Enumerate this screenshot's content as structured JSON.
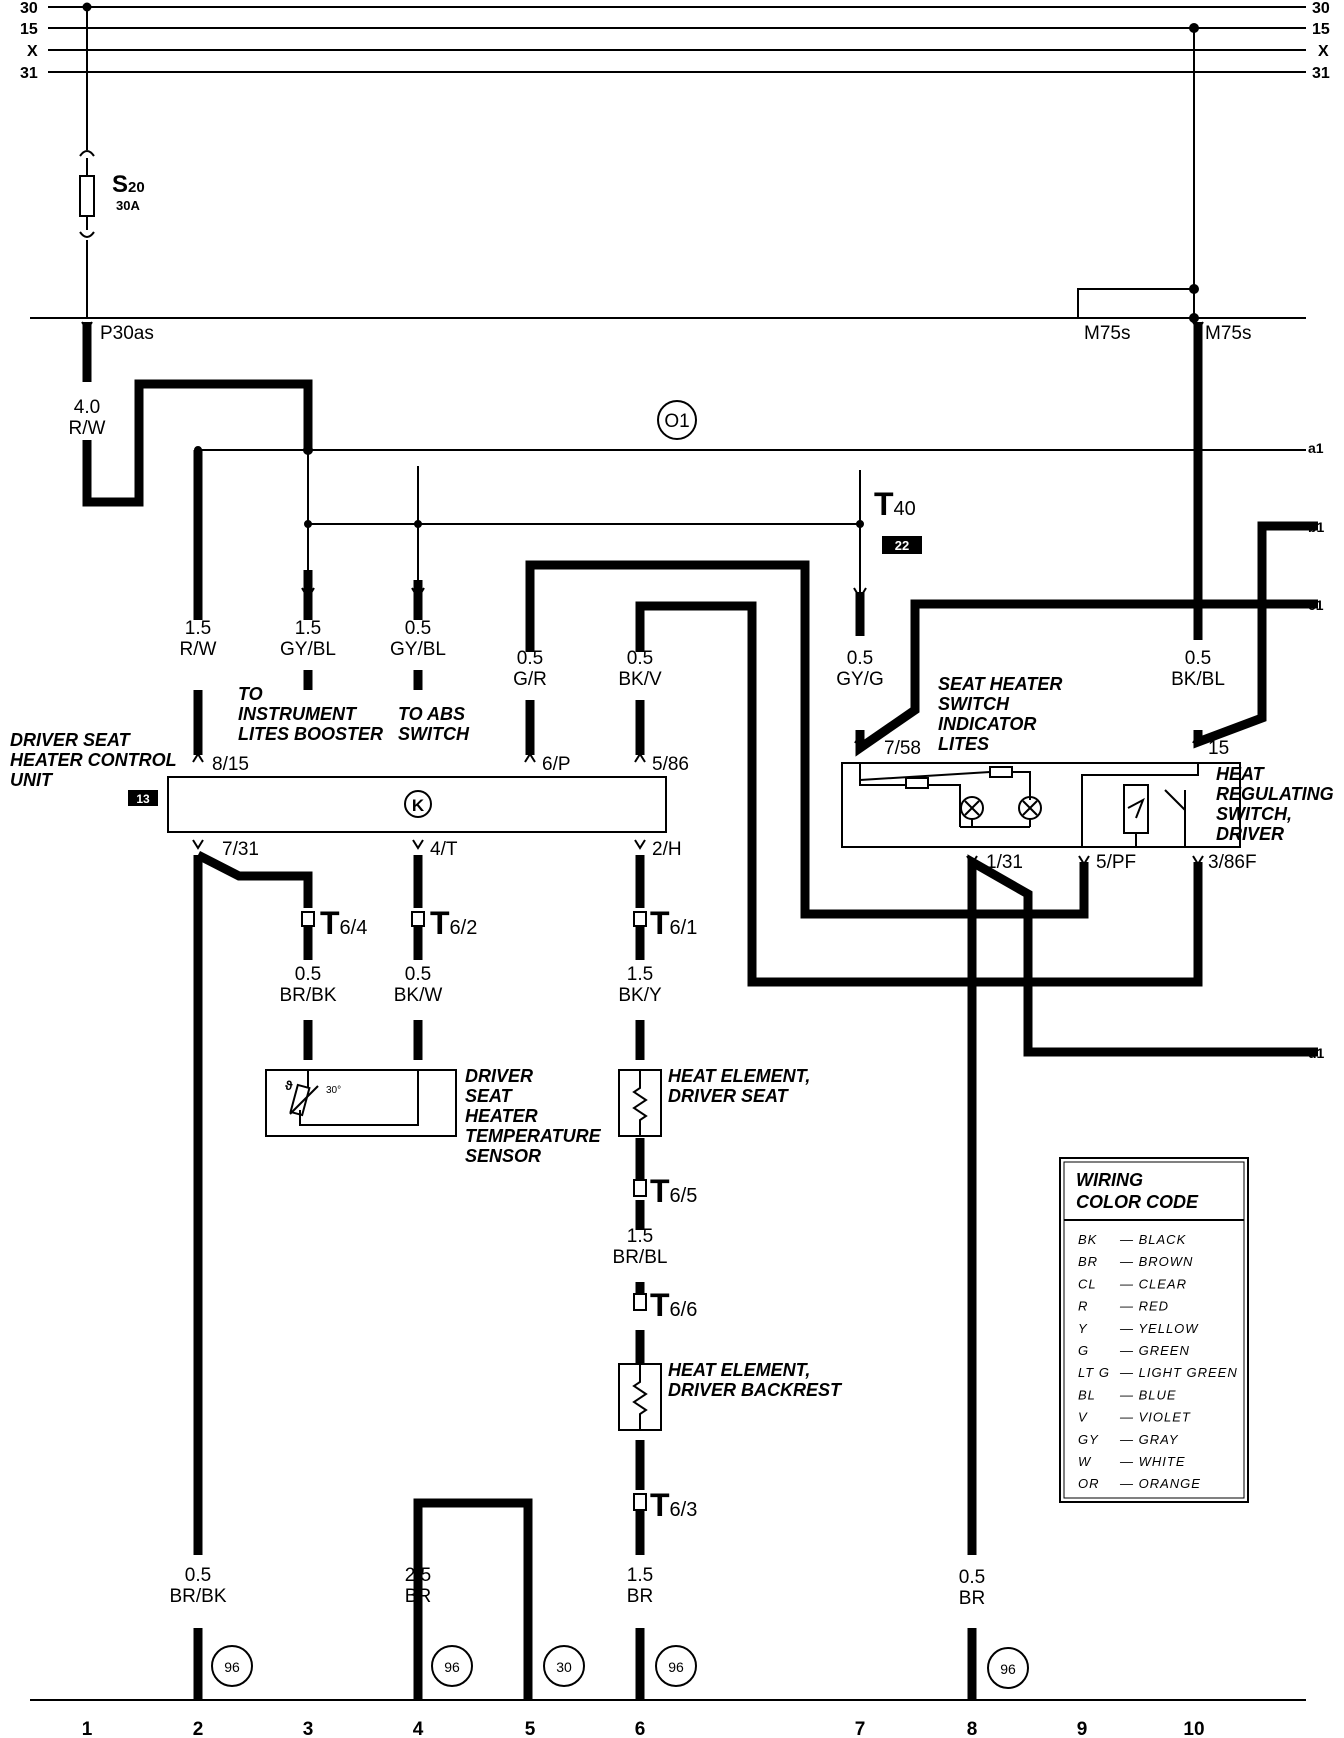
{
  "bus_lines": {
    "l30": "30",
    "l15": "15",
    "lX": "X",
    "l31": "31"
  },
  "fuse": {
    "name_main": "S",
    "name_sub": "20",
    "rating": "30A"
  },
  "terminals": {
    "p30as": "P30as",
    "m75s_left": "M75s",
    "m75s_right": "M75s"
  },
  "wires": {
    "w_4_0": {
      "gauge": "4.0",
      "color": "R/W"
    },
    "w_1_5_rw": {
      "gauge": "1.5",
      "color": "R/W"
    },
    "w_1_5_gybl": {
      "gauge": "1.5",
      "color": "GY/BL"
    },
    "w_0_5_gybl": {
      "gauge": "0.5",
      "color": "GY/BL"
    },
    "w_0_5_gr": {
      "gauge": "0.5",
      "color": "G/R"
    },
    "w_0_5_bkv": {
      "gauge": "0.5",
      "color": "BK/V"
    },
    "w_0_5_gyg": {
      "gauge": "0.5",
      "color": "GY/G"
    },
    "w_0_5_bkbl": {
      "gauge": "0.5",
      "color": "BK/BL"
    },
    "w_0_5_brbk": {
      "gauge": "0.5",
      "color": "BR/BK"
    },
    "w_0_5_bkw": {
      "gauge": "0.5",
      "color": "BK/W"
    },
    "w_1_5_bky": {
      "gauge": "1.5",
      "color": "BK/Y"
    },
    "w_1_5_brbl": {
      "gauge": "1.5",
      "color": "BR/BL"
    },
    "w_0_5_brbk_b": {
      "gauge": "0.5",
      "color": "BR/BK"
    },
    "w_2_5_br": {
      "gauge": "2.5",
      "color": "BR"
    },
    "w_1_5_br": {
      "gauge": "1.5",
      "color": "BR"
    },
    "w_0_5_br": {
      "gauge": "0.5",
      "color": "BR"
    }
  },
  "circled": {
    "o1": "O1",
    "k": "K",
    "g96a": "96",
    "g96b": "96",
    "g30": "30",
    "g96c": "96",
    "g96d": "96"
  },
  "boxes": {
    "b13": "13",
    "b22": "22"
  },
  "connector_t40": {
    "main": "T",
    "sub": "40"
  },
  "connectors": {
    "t64": {
      "main": "T",
      "sub": "6/4"
    },
    "t62": {
      "main": "T",
      "sub": "6/2"
    },
    "t61": {
      "main": "T",
      "sub": "6/1"
    },
    "t65": {
      "main": "T",
      "sub": "6/5"
    },
    "t66": {
      "main": "T",
      "sub": "6/6"
    },
    "t63": {
      "main": "T",
      "sub": "6/3"
    }
  },
  "pins": {
    "p815": "8/15",
    "p6p": "6/P",
    "p586": "5/86",
    "p731": "7/31",
    "p4t": "4/T",
    "p2h": "2/H",
    "p758": "7/58",
    "p15": "15",
    "p131": "1/31",
    "p5pf": "5/PF",
    "p386f": "3/86F"
  },
  "side_refs": {
    "a1": "a1",
    "b1": "b1",
    "c1": "c1",
    "d1": "d1"
  },
  "descriptions": {
    "to_inst": [
      "TO",
      "INSTRUMENT",
      "LITES BOOSTER"
    ],
    "to_abs": [
      "TO ABS",
      "SWITCH"
    ],
    "control_unit": [
      "DRIVER SEAT",
      "HEATER CONTROL",
      "UNIT"
    ],
    "indicator": [
      "SEAT HEATER",
      "SWITCH",
      "INDICATOR",
      "LITES"
    ],
    "heat_switch": [
      "HEAT",
      "REGULATING",
      "SWITCH,",
      "DRIVER"
    ],
    "temp_sensor": [
      "DRIVER",
      "SEAT",
      "HEATER",
      "TEMPERATURE",
      "SENSOR"
    ],
    "element_seat": [
      "HEAT ELEMENT,",
      "DRIVER SEAT"
    ],
    "element_back": [
      "HEAT ELEMENT,",
      "DRIVER BACKREST"
    ]
  },
  "sensor_temp": "30°",
  "legend": {
    "title": [
      "WIRING",
      "COLOR CODE"
    ],
    "rows": [
      {
        "code": "BK",
        "name": "— BLACK"
      },
      {
        "code": "BR",
        "name": "— BROWN"
      },
      {
        "code": "CL",
        "name": "— CLEAR"
      },
      {
        "code": "R",
        "name": "— RED"
      },
      {
        "code": "Y",
        "name": "— YELLOW"
      },
      {
        "code": "G",
        "name": "— GREEN"
      },
      {
        "code": "LT G",
        "name": "— LIGHT GREEN"
      },
      {
        "code": "BL",
        "name": "— BLUE"
      },
      {
        "code": "V",
        "name": "— VIOLET"
      },
      {
        "code": "GY",
        "name": "— GRAY"
      },
      {
        "code": "W",
        "name": "— WHITE"
      },
      {
        "code": "OR",
        "name": "— ORANGE"
      }
    ]
  },
  "columns": [
    "1",
    "2",
    "3",
    "4",
    "5",
    "6",
    "7",
    "8",
    "9",
    "10"
  ]
}
